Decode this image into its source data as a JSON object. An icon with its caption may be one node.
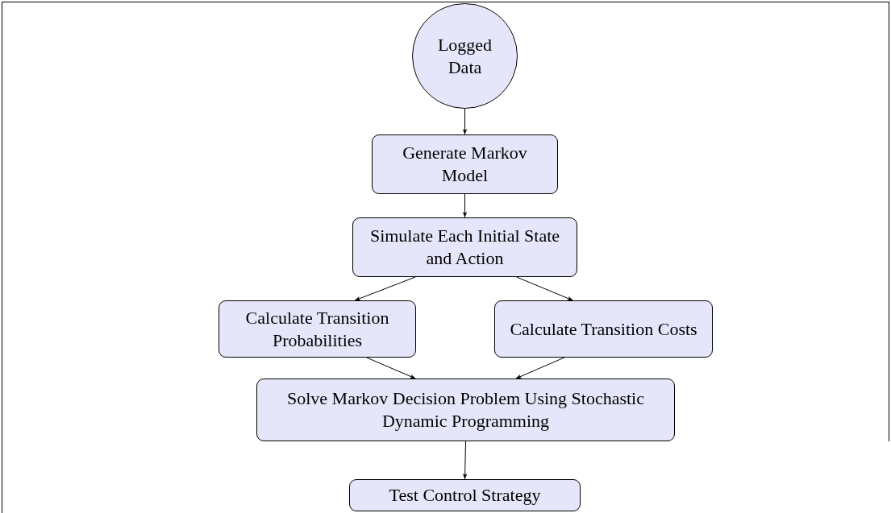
{
  "diagram": {
    "nodes": [
      {
        "text": [
          "Logged Data"
        ]
      },
      {
        "text": [
          "Generate Markov Model"
        ]
      },
      {
        "text": [
          "Simulate Each Initial State and Action"
        ]
      },
      {
        "text": [
          "Calculate Transition Probabilities"
        ]
      },
      {
        "text": [
          "Calculate Transition Costs"
        ]
      },
      {
        "text": [
          "Solve Markov Decision Problem Using Stochastic Dynamic Programming"
        ]
      },
      {
        "text": [
          "Test Control Strategy"
        ]
      }
    ],
    "edges": [
      {
        "from": 0,
        "to": 1,
        "arrow": "to"
      },
      {
        "from": 1,
        "to": 2,
        "arrow": "to"
      },
      {
        "from": 2,
        "to": 3,
        "arrow": "to"
      },
      {
        "from": 2,
        "to": 4,
        "arrow": "to"
      },
      {
        "from": 3,
        "to": 5,
        "arrow": "to"
      },
      {
        "from": 4,
        "to": 5,
        "arrow": "to"
      },
      {
        "from": 5,
        "to": 6,
        "arrow": "to"
      }
    ]
  }
}
